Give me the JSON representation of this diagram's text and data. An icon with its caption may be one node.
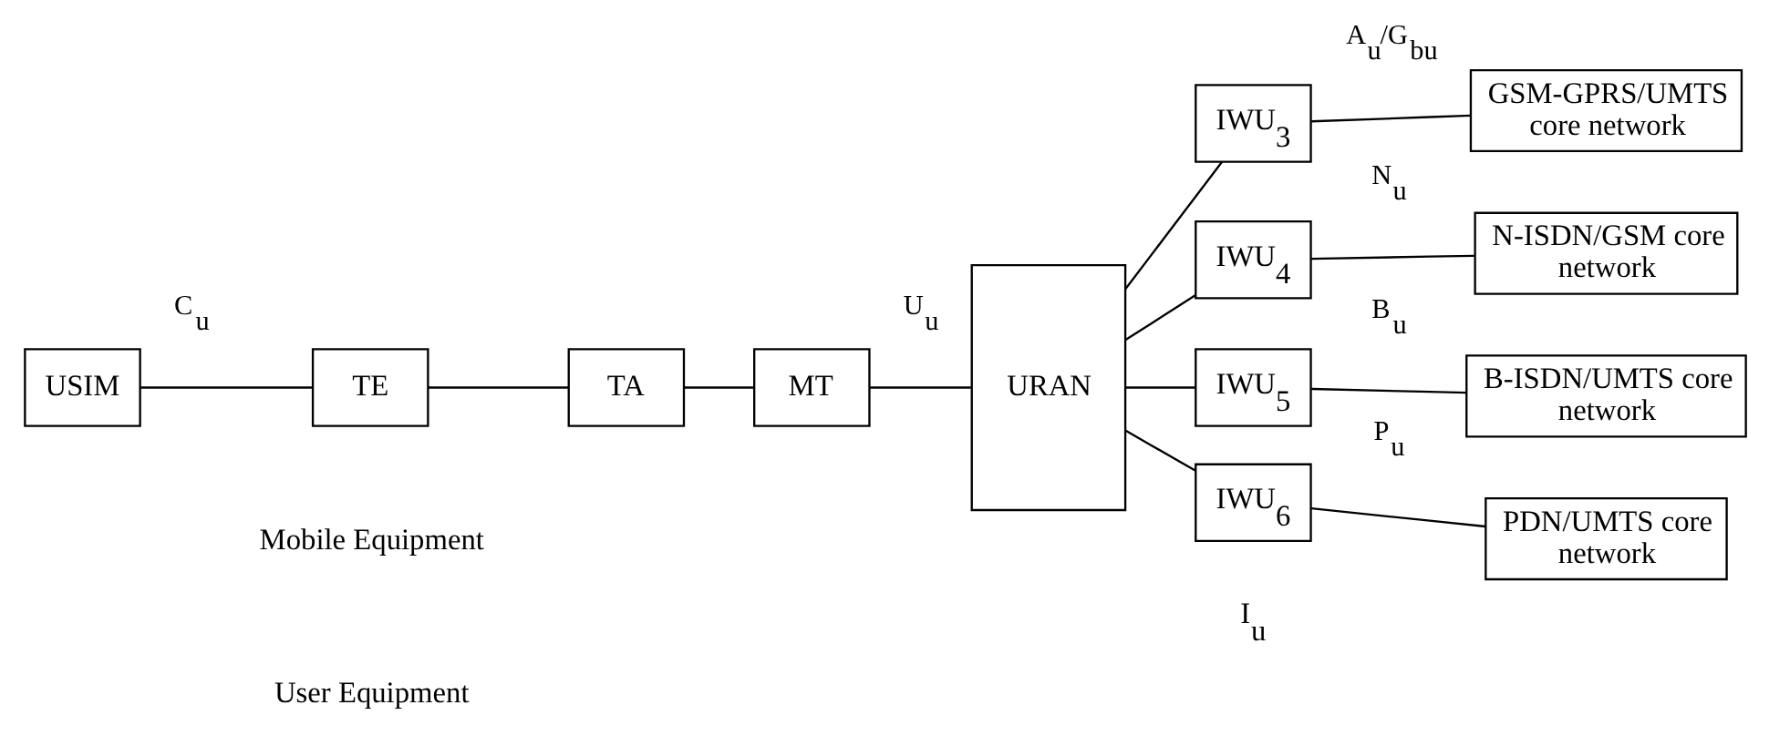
{
  "diagram": {
    "nodes": [
      {
        "text": [
          "USIM"
        ]
      },
      {
        "text": [
          "TE"
        ]
      },
      {
        "text": [
          "TA"
        ]
      },
      {
        "text": [
          "MT"
        ]
      },
      {
        "text": [
          "URAN"
        ]
      },
      {
        "text": [
          "IWU$_{3}$"
        ]
      },
      {
        "text": [
          "IWU$_{4}$"
        ]
      },
      {
        "text": [
          "IWU$_{5}$"
        ]
      },
      {
        "text": [
          "IWU$_{6}$"
        ]
      },
      {
        "text": [
          "GSM-GPRS/UMTS core network"
        ]
      },
      {
        "text": [
          "N-ISDN/GSM core network"
        ]
      },
      {
        "text": [
          "B-ISDN/UMTS core network"
        ]
      },
      {
        "text": [
          "PDN/UMTS core network"
        ]
      }
    ],
    "edges": [
      {
        "from": 0,
        "to": 1,
        "arrow": "none",
        "label": "C$_{u}$"
      },
      {
        "from": 1,
        "to": 2,
        "arrow": "none"
      },
      {
        "from": 2,
        "to": 3,
        "arrow": "none"
      },
      {
        "from": 3,
        "to": 4,
        "arrow": "none",
        "label": "U$_{u}$"
      },
      {
        "from": 4,
        "to": 5,
        "arrow": "none"
      },
      {
        "from": 4,
        "to": 6,
        "arrow": "none"
      },
      {
        "from": 4,
        "to": 7,
        "arrow": "none"
      },
      {
        "from": 4,
        "to": 8,
        "arrow": "none"
      },
      {
        "from": 5,
        "to": 9,
        "arrow": "none",
        "label": "A$_{u}$/G$_{bu}$"
      },
      {
        "from": 6,
        "to": 10,
        "arrow": "none",
        "label": "N$_{u}$"
      },
      {
        "from": 7,
        "to": 11,
        "arrow": "none",
        "label": "B$_{u}$"
      },
      {
        "from": 8,
        "to": 12,
        "arrow": "none",
        "label": "P$_{u}$"
      }
    ],
    "labels": [
      "I$_{u}$",
      "Mobile Equipment",
      "User Equipment"
    ]
  }
}
